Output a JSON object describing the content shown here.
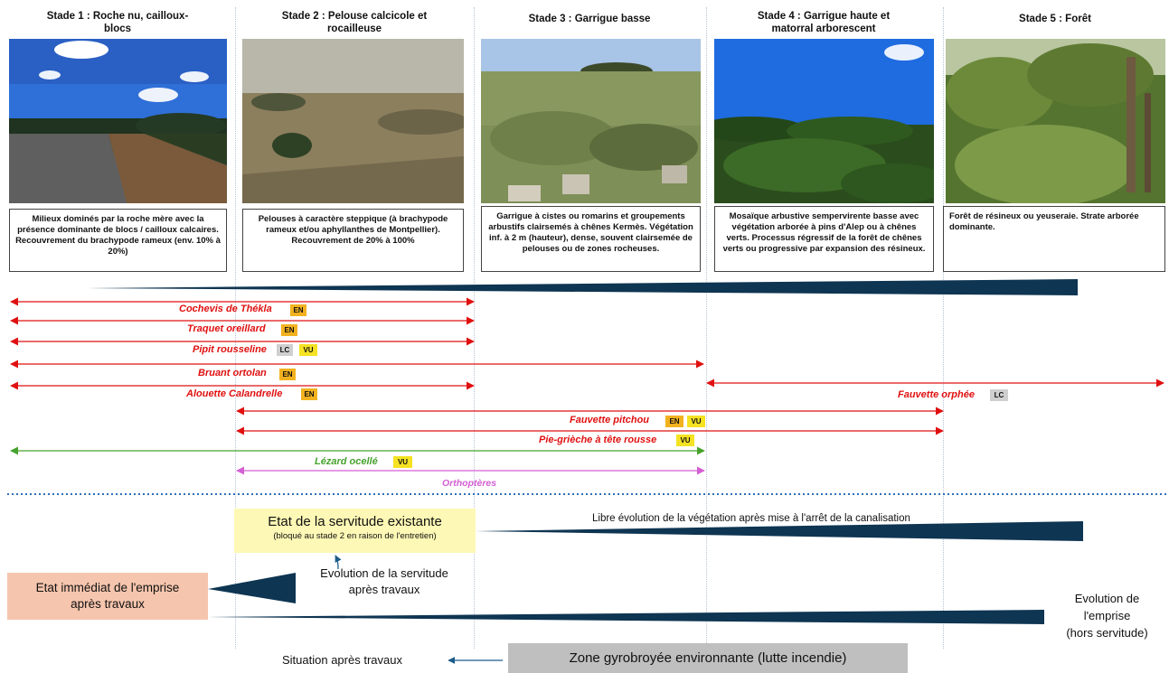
{
  "stages": [
    {
      "title": "Stade 1 : Roche nu, cailloux-\nblocs",
      "description": "Milieux dominés par la roche mère avec la présence dominante de blocs / cailloux calcaires. Recouvrement du brachypode rameux (env. 10% à 20%)"
    },
    {
      "title": "Stade 2 : Pelouse calcicole et\nrocailleuse",
      "description": "Pelouses à caractère steppique (à brachypode rameux et/ou aphyllanthes de Montpellier). Recouvrement de 20% à 100%"
    },
    {
      "title": "Stade 3 : Garrigue basse",
      "description": "Garrigue à cistes ou romarins et groupements arbustifs clairsemés à chênes Kermès. Végétation inf. à 2 m (hauteur), dense, souvent clairsemée de pelouses ou de zones rocheuses."
    },
    {
      "title": "Stade 4 : Garrigue haute et\nmatorral arborescent",
      "description": "Mosaïque arbustive sempervirente basse avec végétation arborée à pins d'Alep ou à chênes verts. Processus régressif de la forêt de chênes verts ou progressive par expansion des résineux."
    },
    {
      "title": "Stade 5 : Forêt",
      "description": "Forêt de résineux ou yeuseraie. Strate arborée dominante."
    }
  ],
  "species": [
    {
      "name": "Cochevis de Thékla",
      "statuses": [
        "EN"
      ],
      "from_stage": 1,
      "to_stage": 3,
      "color": "#e01010"
    },
    {
      "name": "Traquet oreillard",
      "statuses": [
        "EN"
      ],
      "from_stage": 1,
      "to_stage": 3,
      "color": "#e01010"
    },
    {
      "name": "Pipit rousseline",
      "statuses": [
        "LC",
        "VU"
      ],
      "from_stage": 1,
      "to_stage": 3,
      "color": "#e01010"
    },
    {
      "name": "Bruant ortolan",
      "statuses": [
        "EN"
      ],
      "from_stage": 1,
      "to_stage": 4,
      "color": "#e01010"
    },
    {
      "name": "Alouette Calandrelle",
      "statuses": [
        "EN"
      ],
      "from_stage": 1,
      "to_stage": 3,
      "color": "#e01010"
    },
    {
      "name": "Fauvette orphée",
      "statuses": [
        "LC"
      ],
      "from_stage": 4,
      "to_stage": 5,
      "color": "#e01010"
    },
    {
      "name": "Fauvette pitchou",
      "statuses": [
        "EN",
        "VU"
      ],
      "from_stage": 2,
      "to_stage": 5,
      "color": "#e01010"
    },
    {
      "name": "Pie-grièche à tête rousse",
      "statuses": [
        "VU"
      ],
      "from_stage": 2,
      "to_stage": 5,
      "color": "#e01010"
    },
    {
      "name": "Lézard ocellé",
      "statuses": [
        "VU"
      ],
      "from_stage": 1,
      "to_stage": 4,
      "color": "#46a22d"
    },
    {
      "name": "Orthoptères",
      "statuses": [],
      "from_stage": 2,
      "to_stage": 4,
      "color": "#d45fd3"
    }
  ],
  "status_colors": {
    "EN": "#f2b21f",
    "VU": "#f5e223",
    "LC": "#cfcfcf"
  },
  "succession_wedge_color": "#0e3552",
  "servitude": {
    "title": "Etat de la servitude existante",
    "subtitle": "(bloqué au stade 2 en raison de l'entretien)"
  },
  "libre_evolution": "Libre évolution de la végétation après mise à l'arrêt de la canalisation",
  "evolution_servitude": "Evolution de la servitude\naprès travaux",
  "etat_immediat": "Etat immédiat de l'emprise\naprès travaux",
  "evolution_emprise": "Evolution de\nl'emprise\n(hors servitude)",
  "situation": "Situation après travaux",
  "zone_gyrobroyee": "Zone gyrobroyée environnante (lutte incendie)"
}
